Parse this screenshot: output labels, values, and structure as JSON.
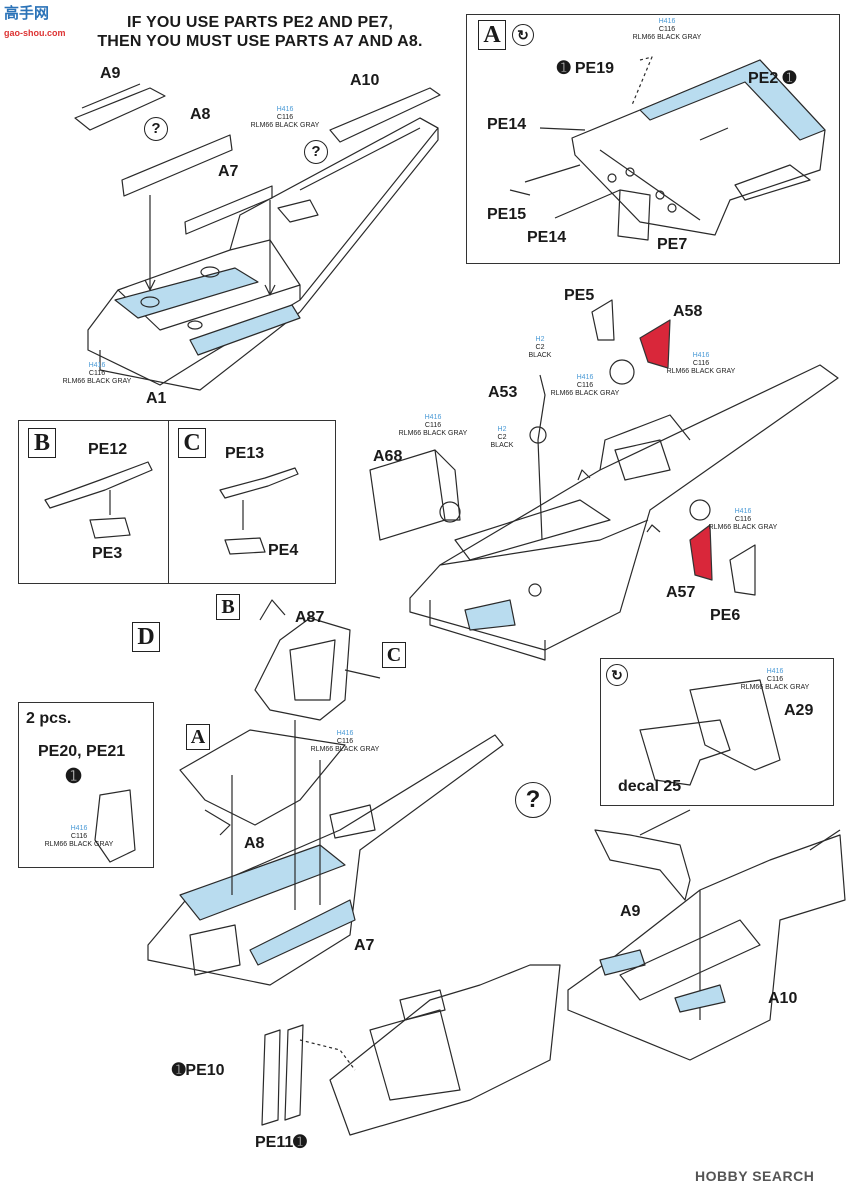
{
  "watermark_tl": {
    "glyphs": "高手网",
    "url": "gao-shou.com"
  },
  "watermark_br": "HOBBY SEARCH",
  "header": {
    "line1": "IF YOU USE PARTS PE2 AND PE7,",
    "line2": "THEN YOU MUST USE PARTS A7 AND A8."
  },
  "paint": {
    "h": "H416",
    "c": "C116",
    "name": "RLM66 BLACK GRAY",
    "h2": "H2",
    "c2": "C2",
    "black": "BLACK"
  },
  "steps": {
    "A": "A",
    "B": "B",
    "C": "C",
    "D": "D"
  },
  "question": "?",
  "labels": {
    "a9": "A9",
    "a8": "A8",
    "a10": "A10",
    "a7": "A7",
    "a1": "A1",
    "pe19": "PE19",
    "pe2": "PE2",
    "pe14a": "PE14",
    "pe15": "PE15",
    "pe14b": "PE14",
    "pe7": "PE7",
    "pe5": "PE5",
    "a58": "A58",
    "a53": "A53",
    "a68": "A68",
    "a57": "A57",
    "pe6": "PE6",
    "pe12": "PE12",
    "pe3": "PE3",
    "pe13": "PE13",
    "pe4": "PE4",
    "a87": "A87",
    "two_pcs": "2 pcs.",
    "pe20_21": "PE20, PE21",
    "d_a8": "A8",
    "d_a7": "A7",
    "a29": "A29",
    "decal": "decal 25",
    "r_a9": "A9",
    "r_a10": "A10",
    "pe10": "PE10",
    "pe11": "PE11"
  }
}
